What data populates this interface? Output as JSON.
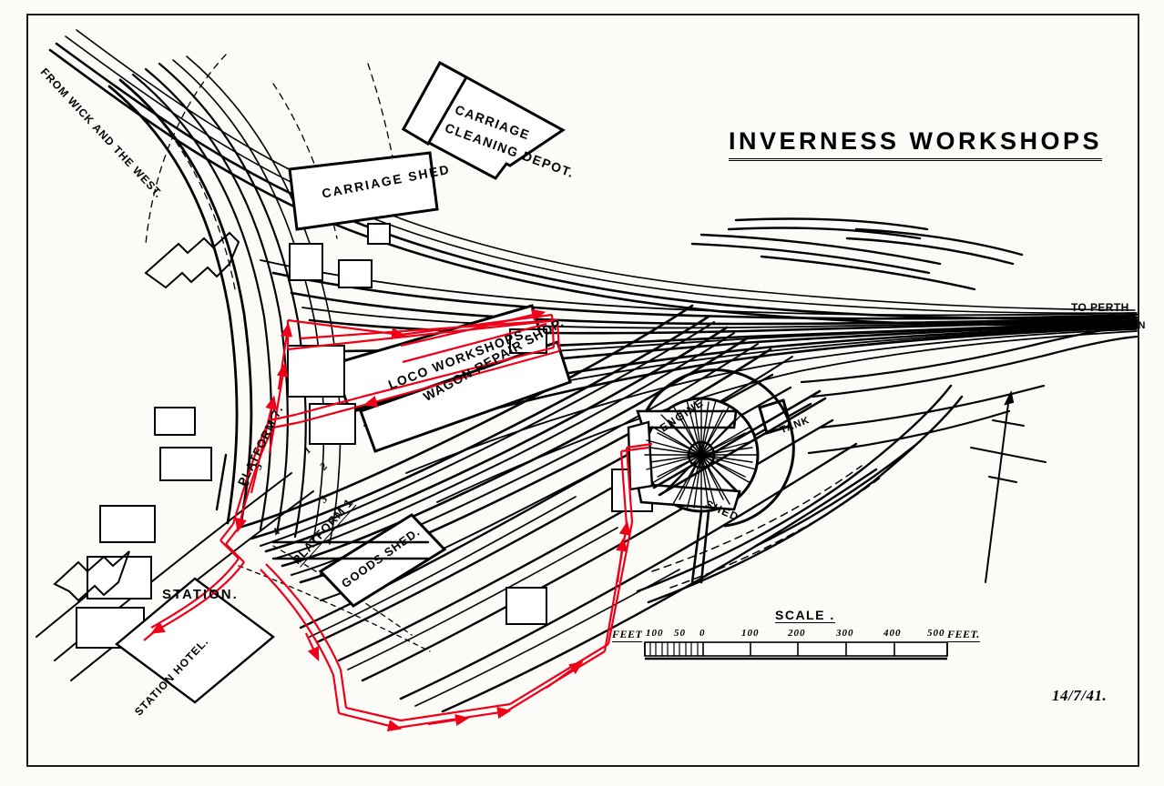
{
  "document": {
    "title": "INVERNESS WORKSHOPS",
    "date": "14/7/41.",
    "sheet_background": "#fcfbf8",
    "ink_color": "#000000",
    "route_color": "#ee0018"
  },
  "diagram_type": "railway track plan",
  "directions": {
    "from_west": "FROM WICK AND THE WEST.",
    "to_perth": "TO PERTH",
    "to_aberdeen": "TO ABERDEEN"
  },
  "buildings": [
    {
      "id": "carriage-cleaning-depot",
      "line1": "CARRIAGE",
      "line2": "CLEANING DEPOT.",
      "shape": "L-shaped"
    },
    {
      "id": "carriage-shed",
      "label": "CARRIAGE SHED",
      "shape": "long rectangle"
    },
    {
      "id": "loco-workshops",
      "label": "LOCO  WORKSHOPS.",
      "shape": "long rectangle"
    },
    {
      "id": "wagon-repair-shop",
      "label": "WAGON REPAIR SHOP.",
      "shape": "long rectangle"
    },
    {
      "id": "goods-shed",
      "label": "GOODS SHED.",
      "shape": "rectangle"
    },
    {
      "id": "engine-shed",
      "label_line1": "ENGINE",
      "label_line2": "SHED",
      "shape": "roundhouse with turntable"
    },
    {
      "id": "water-tank",
      "label": "TANK",
      "shape": "small rectangle"
    },
    {
      "id": "station-hotel",
      "label": "STATION HOTEL.",
      "shape": "angled block"
    }
  ],
  "station": {
    "label": "STATION.",
    "platform_7_label": "PLATFORM 7.",
    "platform_1_label": "PLATFORM 1",
    "platform_numbers": [
      "6",
      "5",
      "4",
      "3",
      "2",
      "1"
    ]
  },
  "scale": {
    "caption": "SCALE .",
    "unit_left": "FEET",
    "unit_right": "FEET.",
    "ticks": [
      "100",
      "50",
      "0",
      "100",
      "200",
      "300",
      "400",
      "500"
    ],
    "subdivided_section": "100 feet divided into 10 parts"
  },
  "compass": {
    "name": "north-arrow",
    "note": "arrow pointing up-north with cross bars"
  },
  "route": {
    "name": "marked running route",
    "color": "#ee0018",
    "style": "double parallel red line with directional arrowheads",
    "passes": [
      "station platforms",
      "loco workshops",
      "wagon repair shop",
      "goods yard loop",
      "engine shed approach"
    ]
  }
}
